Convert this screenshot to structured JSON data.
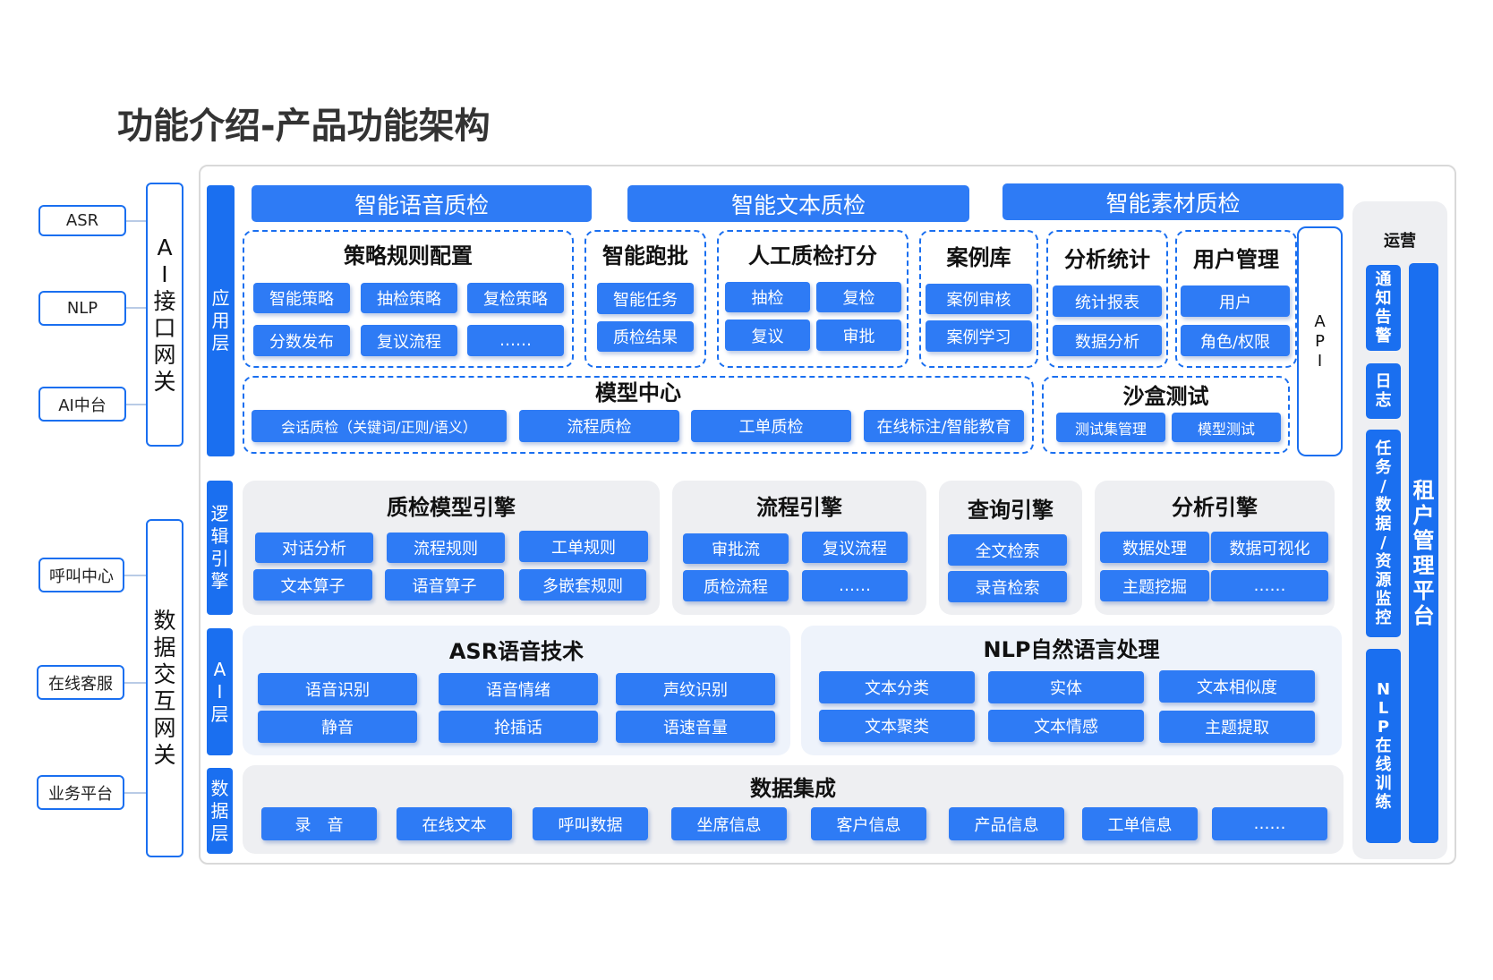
{
  "title": "功能介绍-产品功能架构",
  "left": {
    "ai_inputs": [
      "ASR",
      "NLP",
      "AI中台"
    ],
    "ai_gateway": "AI接口网关",
    "data_inputs": [
      "呼叫中心",
      "在线客服",
      "业务平台"
    ],
    "data_gateway": "数据交互网关"
  },
  "layers": {
    "app": "应用层",
    "logic": "逻辑引擎",
    "ai": "AI层",
    "data": "数据层"
  },
  "app_layer": {
    "banners": [
      "智能语音质检",
      "智能文本质检",
      "智能素材质检"
    ],
    "groups": [
      {
        "title": "策略规则配置",
        "items": [
          "智能策略",
          "抽检策略",
          "复检策略",
          "分数发布",
          "复议流程",
          "……"
        ]
      },
      {
        "title": "智能跑批",
        "items": [
          "智能任务",
          "质检结果"
        ]
      },
      {
        "title": "人工质检打分",
        "items": [
          "抽检",
          "复检",
          "复议",
          "审批"
        ]
      },
      {
        "title": "案例库",
        "items": [
          "案例审核",
          "案例学习"
        ]
      },
      {
        "title": "分析统计",
        "items": [
          "统计报表",
          "数据分析"
        ]
      },
      {
        "title": "用户管理",
        "items": [
          "用户",
          "角色/权限"
        ]
      }
    ],
    "model_center": {
      "title": "模型中心",
      "items": [
        "会话质检（关键词/正则/语义）",
        "流程质检",
        "工单质检",
        "在线标注/智能教育"
      ]
    },
    "sandbox": {
      "title": "沙盒测试",
      "items": [
        "测试集管理",
        "模型测试"
      ]
    },
    "api": "API"
  },
  "logic_layer": [
    {
      "title": "质检模型引擎",
      "items": [
        "对话分析",
        "流程规则",
        "工单规则",
        "文本算子",
        "语音算子",
        "多嵌套规则"
      ]
    },
    {
      "title": "流程引擎",
      "items": [
        "审批流",
        "复议流程",
        "质检流程",
        "……"
      ]
    },
    {
      "title": "查询引擎",
      "items": [
        "全文检索",
        "录音检索"
      ]
    },
    {
      "title": "分析引擎",
      "items": [
        "数据处理",
        "数据可视化",
        "主题挖掘",
        "……"
      ]
    }
  ],
  "ai_layer": [
    {
      "title": "ASR语音技术",
      "items": [
        "语音识别",
        "语音情绪",
        "声纹识别",
        "静音",
        "抢插话",
        "语速音量"
      ]
    },
    {
      "title": "NLP自然语言处理",
      "items": [
        "文本分类",
        "实体",
        "文本相似度",
        "文本聚类",
        "文本情感",
        "主题提取"
      ]
    }
  ],
  "data_layer": {
    "title": "数据集成",
    "items": [
      "录　音",
      "在线文本",
      "呼叫数据",
      "坐席信息",
      "客户信息",
      "产品信息",
      "工单信息",
      "……"
    ]
  },
  "ops": {
    "title": "运营",
    "items": [
      "通知告警",
      "日志",
      "任务/数据/资源监控",
      "NLP在线训练"
    ],
    "tenant": "租户管理平台"
  },
  "colors": {
    "primary": "#1a6ff0",
    "chip": "#2e7bf5",
    "panel": "#eeeff2",
    "panel_light": "#eef3fb",
    "title": "#333333"
  }
}
